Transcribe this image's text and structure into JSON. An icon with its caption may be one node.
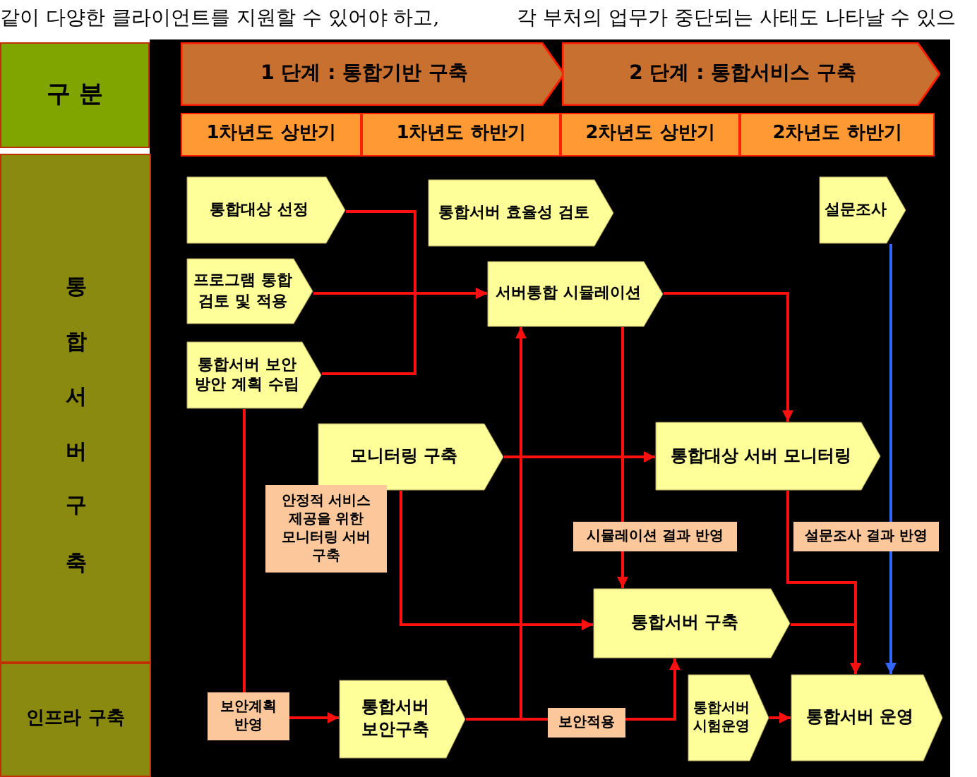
{
  "diagram": {
    "nodes": [
      {
        "text": [
          "구 분"
        ]
      },
      {
        "text": [
          "1 단계 : 통합기반 구축"
        ]
      },
      {
        "text": [
          "2 단계 : 통합서비스 구축"
        ]
      },
      {
        "text": [
          "1차년도 상반기"
        ]
      },
      {
        "text": [
          "1차년도 하반기"
        ]
      },
      {
        "text": [
          "2차년도 상반기"
        ]
      },
      {
        "text": [
          "2차년도 하반기"
        ]
      },
      {
        "text": [
          "통합서버구축"
        ]
      },
      {
        "text": [
          "인프라 구축"
        ]
      },
      {
        "text": [
          "통합대상 선정"
        ]
      },
      {
        "text": [
          "통합서버 효율성 검토"
        ]
      },
      {
        "text": [
          "설문조사"
        ]
      },
      {
        "text": [
          "프로그램 통합 검토 및 적용"
        ]
      },
      {
        "text": [
          "서버통합 시뮬레이션"
        ]
      },
      {
        "text": [
          "통합서버 보안 방안 계획 수립"
        ]
      },
      {
        "text": [
          "모니터링 구축"
        ]
      },
      {
        "text": [
          "통합대상 서버 모니터링"
        ]
      },
      {
        "text": [
          "안정적 서비스 제공을 위한 모니터링 서버 구축"
        ]
      },
      {
        "text": [
          "통합서버 구축"
        ]
      },
      {
        "text": [
          "통합서버 보안구축"
        ]
      },
      {
        "text": [
          "통합서버 시험운영"
        ]
      },
      {
        "text": [
          "통합서버 운영"
        ]
      }
    ],
    "edges": [
      {
        "from": 9,
        "to": 13,
        "arrow": "to"
      },
      {
        "from": 12,
        "to": 13,
        "arrow": "to"
      },
      {
        "from": 14,
        "to": 13,
        "arrow": "to"
      },
      {
        "from": 14,
        "to": 19,
        "arrow": "to",
        "label": "보안계획 반영"
      },
      {
        "from": 19,
        "to": 13,
        "arrow": "to"
      },
      {
        "from": 19,
        "to": 18,
        "arrow": "to",
        "label": "보안적용"
      },
      {
        "from": 13,
        "to": 16,
        "arrow": "to"
      },
      {
        "from": 13,
        "to": 18,
        "arrow": "to",
        "label": "시뮬레이션 결과 반영"
      },
      {
        "from": 15,
        "to": 16,
        "arrow": "to"
      },
      {
        "from": 15,
        "to": 18,
        "arrow": "to"
      },
      {
        "from": 16,
        "to": 21,
        "arrow": "to"
      },
      {
        "from": 18,
        "to": 21,
        "arrow": "to"
      },
      {
        "from": 20,
        "to": 21,
        "arrow": "to"
      },
      {
        "from": 11,
        "to": 21,
        "arrow": "to",
        "label": "설문조사 결과 반영",
        "color": "#3366ff"
      }
    ],
    "labels": [
      "같이 다양한 클라이언트를 지원할 수 있어야 하고,",
      "각 부처의 업무가 중단되는 사태도 나타날 수 있으"
    ]
  }
}
